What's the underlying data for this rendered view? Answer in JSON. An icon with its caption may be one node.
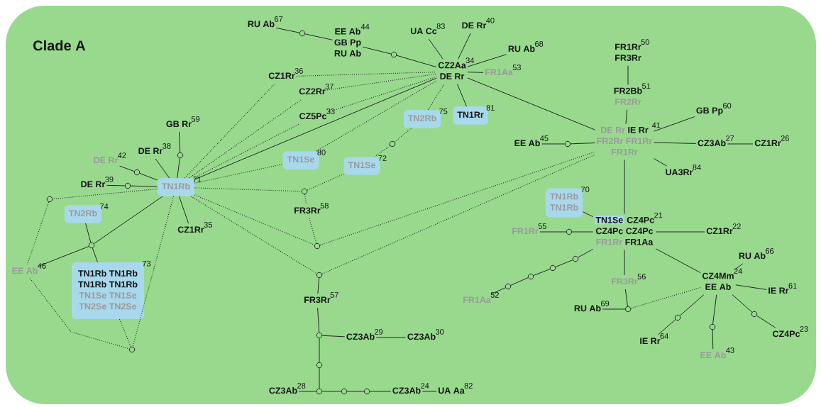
{
  "diagram": {
    "title": "Clade A",
    "nodes": [
      {
        "text": [
          "RU Ab"
        ],
        "beside": [
          "67"
        ]
      },
      {
        "text": [],
        "shape": "circle"
      },
      {
        "text": [
          "EE Ab",
          "GB Pp",
          "RU Ab"
        ],
        "beside": [
          "44"
        ]
      },
      {
        "text": [],
        "shape": "circle"
      },
      {
        "text": [
          "UA Cc"
        ],
        "beside": [
          "83"
        ]
      },
      {
        "text": [
          "DE Rr"
        ],
        "beside": [
          "40"
        ]
      },
      {
        "text": [
          "CZ2Aa",
          "DE Rr"
        ],
        "beside": [
          "34"
        ]
      },
      {
        "text": [
          "RU Ab"
        ],
        "beside": [
          "68"
        ]
      },
      {
        "text": [
          "FR1Aa"
        ],
        "beside": [
          "53"
        ]
      },
      {
        "text": [
          "CZ1Rr"
        ],
        "beside": [
          "36"
        ]
      },
      {
        "text": [
          "CZ2Rr"
        ],
        "beside": [
          "37"
        ]
      },
      {
        "text": [
          "CZ5Pc"
        ],
        "beside": [
          "33"
        ]
      },
      {
        "text": [
          "TN2Rb"
        ],
        "beside": [
          "75"
        ]
      },
      {
        "text": [
          "TN1Rr"
        ],
        "beside": [
          "81"
        ]
      },
      {
        "text": [
          "TN1Se"
        ],
        "beside": [
          "80"
        ]
      },
      {
        "text": [],
        "shape": "circle"
      },
      {
        "text": [
          "TN1Se"
        ],
        "beside": [
          "72"
        ]
      },
      {
        "text": [
          "GB Rr"
        ],
        "beside": [
          "59"
        ]
      },
      {
        "text": [],
        "shape": "circle"
      },
      {
        "text": [
          "DE Rr"
        ],
        "beside": [
          "38"
        ]
      },
      {
        "text": [
          "DE Rr"
        ],
        "beside": [
          "42"
        ]
      },
      {
        "text": [],
        "shape": "circle"
      },
      {
        "text": [
          "DE Rr"
        ],
        "beside": [
          "39"
        ]
      },
      {
        "text": [],
        "shape": "circle"
      },
      {
        "text": [
          "TN1Rb"
        ],
        "beside": [
          "71"
        ]
      },
      {
        "text": [],
        "shape": "circle"
      },
      {
        "text": [],
        "shape": "circle"
      },
      {
        "text": [
          "FR3Rr"
        ],
        "beside": [
          "58"
        ]
      },
      {
        "text": [
          "TN2Rb"
        ],
        "beside": [
          "74"
        ]
      },
      {
        "text": [],
        "shape": "circle"
      },
      {
        "text": [
          "CZ1Rr"
        ],
        "beside": [
          "35"
        ]
      },
      {
        "text": [],
        "shape": "circle"
      },
      {
        "text": [
          "EE Ab"
        ],
        "beside": [
          "46"
        ]
      },
      {
        "text": [
          "TN1Rb",
          "TN1Rb",
          "TN1Rb",
          "TN1Rb",
          "TN1Se",
          "TN1Se",
          "TN2Se",
          "TN2Se"
        ],
        "beside": [
          "73"
        ]
      },
      {
        "text": [],
        "shape": "circle"
      },
      {
        "text": [],
        "shape": "circle"
      },
      {
        "text": [
          "FR3Rr"
        ],
        "beside": [
          "57"
        ]
      },
      {
        "text": [],
        "shape": "circle"
      },
      {
        "text": [
          "CZ3Ab"
        ],
        "beside": [
          "29"
        ]
      },
      {
        "text": [
          "CZ3Ab"
        ],
        "beside": [
          "30"
        ]
      },
      {
        "text": [],
        "shape": "circle"
      },
      {
        "text": [
          "CZ3Ab"
        ],
        "beside": [
          "28"
        ]
      },
      {
        "text": [],
        "shape": "circle"
      },
      {
        "text": [],
        "shape": "circle"
      },
      {
        "text": [],
        "shape": "circle"
      },
      {
        "text": [
          "CZ3Ab"
        ],
        "beside": [
          "24"
        ]
      },
      {
        "text": [
          "UA Aa"
        ],
        "beside": [
          "82"
        ]
      },
      {
        "text": [
          "FR1Rr",
          "FR3Rr"
        ],
        "beside": [
          "50"
        ]
      },
      {
        "text": [
          "FR2Bb",
          "FR2Rr"
        ],
        "beside": [
          "51"
        ]
      },
      {
        "text": [
          "GB Pp"
        ],
        "beside": [
          "60"
        ]
      },
      {
        "text": [
          "EE Ab"
        ],
        "beside": [
          "45"
        ]
      },
      {
        "text": [],
        "shape": "circle"
      },
      {
        "text": [
          "DE Rr",
          "IE Rr",
          "FR2Rr",
          "FR1Rr",
          "FR1Rr"
        ],
        "beside": [
          "41"
        ]
      },
      {
        "text": [
          "CZ3Ab"
        ],
        "beside": [
          "27"
        ]
      },
      {
        "text": [
          "CZ1Rr"
        ],
        "beside": [
          "26"
        ]
      },
      {
        "text": [
          "UA3Rr"
        ],
        "beside": [
          "84"
        ]
      },
      {
        "text": [
          "TN1Rb",
          "TN1Rb"
        ],
        "beside": [
          "70"
        ]
      },
      {
        "text": [
          "TN1Se",
          "CZ4Pc",
          "CZ4Pc",
          "CZ4Pc",
          "FR1Rr",
          "FR1Aa"
        ],
        "beside": [
          "21"
        ]
      },
      {
        "text": [
          "FR1Rr"
        ],
        "beside": [
          "55"
        ]
      },
      {
        "text": [],
        "shape": "circle"
      },
      {
        "text": [
          "CZ1Rr"
        ],
        "beside": [
          "22"
        ]
      },
      {
        "text": [],
        "shape": "circle"
      },
      {
        "text": [],
        "shape": "circle"
      },
      {
        "text": [],
        "shape": "circle"
      },
      {
        "text": [],
        "shape": "circle"
      },
      {
        "text": [
          "FR1Aa"
        ],
        "beside": [
          "52"
        ]
      },
      {
        "text": [
          "RU Ab"
        ],
        "beside": [
          "66"
        ]
      },
      {
        "text": [
          "FR3Rr"
        ],
        "beside": [
          "56"
        ]
      },
      {
        "text": [
          "CZ4Mm",
          "EE Ab"
        ],
        "beside": [
          "24"
        ]
      },
      {
        "text": [
          "IE Rr"
        ],
        "beside": [
          "61"
        ]
      },
      {
        "text": [
          "RU Ab"
        ],
        "beside": [
          "69"
        ]
      },
      {
        "text": [],
        "shape": "circle"
      },
      {
        "text": [],
        "shape": "circle"
      },
      {
        "text": [],
        "shape": "circle"
      },
      {
        "text": [],
        "shape": "circle"
      },
      {
        "text": [
          "IE Rr"
        ],
        "beside": [
          "64"
        ]
      },
      {
        "text": [
          "EE Ab"
        ],
        "beside": [
          "43"
        ]
      },
      {
        "text": [
          "CZ4Pc"
        ],
        "beside": [
          "23"
        ]
      }
    ],
    "edges": [
      {
        "from": 0,
        "to": 1,
        "arrow": "none"
      },
      {
        "from": 1,
        "to": 2,
        "arrow": "none"
      },
      {
        "from": 2,
        "to": 3,
        "arrow": "none"
      },
      {
        "from": 3,
        "to": 6,
        "arrow": "none"
      },
      {
        "from": 4,
        "to": 6,
        "arrow": "none"
      },
      {
        "from": 5,
        "to": 6,
        "arrow": "none"
      },
      {
        "from": 7,
        "to": 6,
        "arrow": "none"
      },
      {
        "from": 8,
        "to": 6,
        "arrow": "none"
      },
      {
        "from": 9,
        "to": 6,
        "arrow": "none",
        "style": "dashed"
      },
      {
        "from": 10,
        "to": 6,
        "arrow": "none",
        "style": "dashed"
      },
      {
        "from": 11,
        "to": 6,
        "arrow": "none",
        "style": "dashed"
      },
      {
        "from": 24,
        "to": 6,
        "arrow": "none"
      },
      {
        "from": 14,
        "to": 6,
        "arrow": "none",
        "style": "dashed"
      },
      {
        "from": 12,
        "to": 6,
        "arrow": "none",
        "style": "dashed"
      },
      {
        "from": 13,
        "to": 6,
        "arrow": "none"
      },
      {
        "from": 6,
        "to": 52,
        "arrow": "none"
      },
      {
        "from": 12,
        "to": 15,
        "arrow": "none",
        "style": "dashed"
      },
      {
        "from": 15,
        "to": 16,
        "arrow": "none",
        "style": "dashed"
      },
      {
        "from": 16,
        "to": 26,
        "arrow": "none",
        "style": "dashed"
      },
      {
        "from": 24,
        "to": 26,
        "arrow": "none",
        "style": "dashed"
      },
      {
        "from": 26,
        "to": 27,
        "arrow": "none",
        "style": "dashed"
      },
      {
        "from": 27,
        "to": 31,
        "arrow": "none",
        "style": "dashed"
      },
      {
        "from": 24,
        "to": 31,
        "arrow": "none",
        "style": "dashed"
      },
      {
        "from": 31,
        "to": 52,
        "arrow": "none",
        "style": "dashed"
      },
      {
        "from": 24,
        "to": 34,
        "arrow": "none",
        "style": "dashed"
      },
      {
        "from": 34,
        "to": 52,
        "arrow": "none",
        "style": "dashed"
      },
      {
        "from": 34,
        "to": 36,
        "arrow": "none"
      },
      {
        "from": 24,
        "to": 9,
        "arrow": "none",
        "style": "dashed"
      },
      {
        "from": 24,
        "to": 10,
        "arrow": "none",
        "style": "dashed"
      },
      {
        "from": 24,
        "to": 11,
        "arrow": "none",
        "style": "dashed"
      },
      {
        "from": 24,
        "to": 14,
        "arrow": "none",
        "style": "dashed"
      },
      {
        "from": 17,
        "to": 18,
        "arrow": "none"
      },
      {
        "from": 18,
        "to": 24,
        "arrow": "none"
      },
      {
        "from": 19,
        "to": 24,
        "arrow": "none"
      },
      {
        "from": 20,
        "to": 21,
        "arrow": "none"
      },
      {
        "from": 21,
        "to": 24,
        "arrow": "none"
      },
      {
        "from": 22,
        "to": 23,
        "arrow": "none"
      },
      {
        "from": 23,
        "to": 24,
        "arrow": "none"
      },
      {
        "from": 24,
        "to": 25,
        "arrow": "none",
        "style": "dashed"
      },
      {
        "from": 25,
        "to": 32,
        "arrow": "none",
        "style": "dashed"
      },
      {
        "from": 24,
        "to": 29,
        "arrow": "none"
      },
      {
        "from": 28,
        "to": 29,
        "arrow": "none"
      },
      {
        "from": 29,
        "to": 33,
        "arrow": "none"
      },
      {
        "from": 29,
        "to": 32,
        "arrow": "none"
      },
      {
        "from": 24,
        "to": 30,
        "arrow": "none"
      },
      {
        "from": 32,
        "to": 35,
        "arrow": "none",
        "style": "dashed"
      },
      {
        "from": 33,
        "to": 35,
        "arrow": "none",
        "style": "dashed"
      },
      {
        "from": 24,
        "to": 35,
        "arrow": "none",
        "style": "dashed"
      },
      {
        "from": 36,
        "to": 37,
        "arrow": "none"
      },
      {
        "from": 37,
        "to": 38,
        "arrow": "none"
      },
      {
        "from": 38,
        "to": 39,
        "arrow": "none"
      },
      {
        "from": 37,
        "to": 40,
        "arrow": "none"
      },
      {
        "from": 40,
        "to": 42,
        "arrow": "none"
      },
      {
        "from": 41,
        "to": 42,
        "arrow": "none"
      },
      {
        "from": 42,
        "to": 43,
        "arrow": "none"
      },
      {
        "from": 43,
        "to": 44,
        "arrow": "none"
      },
      {
        "from": 44,
        "to": 45,
        "arrow": "none"
      },
      {
        "from": 45,
        "to": 46,
        "arrow": "none"
      },
      {
        "from": 47,
        "to": 48,
        "arrow": "none"
      },
      {
        "from": 48,
        "to": 52,
        "arrow": "none"
      },
      {
        "from": 49,
        "to": 52,
        "arrow": "none"
      },
      {
        "from": 50,
        "to": 51,
        "arrow": "none"
      },
      {
        "from": 51,
        "to": 52,
        "arrow": "none"
      },
      {
        "from": 52,
        "to": 53,
        "arrow": "none"
      },
      {
        "from": 53,
        "to": 54,
        "arrow": "none"
      },
      {
        "from": 52,
        "to": 55,
        "arrow": "none"
      },
      {
        "from": 52,
        "to": 57,
        "arrow": "none"
      },
      {
        "from": 56,
        "to": 57,
        "arrow": "none"
      },
      {
        "from": 58,
        "to": 59,
        "arrow": "none"
      },
      {
        "from": 59,
        "to": 57,
        "arrow": "none"
      },
      {
        "from": 57,
        "to": 60,
        "arrow": "none"
      },
      {
        "from": 65,
        "to": 64,
        "arrow": "none"
      },
      {
        "from": 64,
        "to": 63,
        "arrow": "none"
      },
      {
        "from": 63,
        "to": 62,
        "arrow": "none"
      },
      {
        "from": 62,
        "to": 61,
        "arrow": "none"
      },
      {
        "from": 61,
        "to": 57,
        "arrow": "none"
      },
      {
        "from": 57,
        "to": 67,
        "arrow": "none"
      },
      {
        "from": 67,
        "to": 71,
        "arrow": "none"
      },
      {
        "from": 70,
        "to": 71,
        "arrow": "none"
      },
      {
        "from": 71,
        "to": 68,
        "arrow": "none",
        "style": "dashed"
      },
      {
        "from": 57,
        "to": 68,
        "arrow": "none"
      },
      {
        "from": 68,
        "to": 66,
        "arrow": "none"
      },
      {
        "from": 68,
        "to": 69,
        "arrow": "none"
      },
      {
        "from": 68,
        "to": 72,
        "arrow": "none"
      },
      {
        "from": 72,
        "to": 75,
        "arrow": "none"
      },
      {
        "from": 68,
        "to": 73,
        "arrow": "none"
      },
      {
        "from": 73,
        "to": 76,
        "arrow": "none"
      },
      {
        "from": 68,
        "to": 74,
        "arrow": "none"
      },
      {
        "from": 74,
        "to": 77,
        "arrow": "none"
      }
    ]
  }
}
